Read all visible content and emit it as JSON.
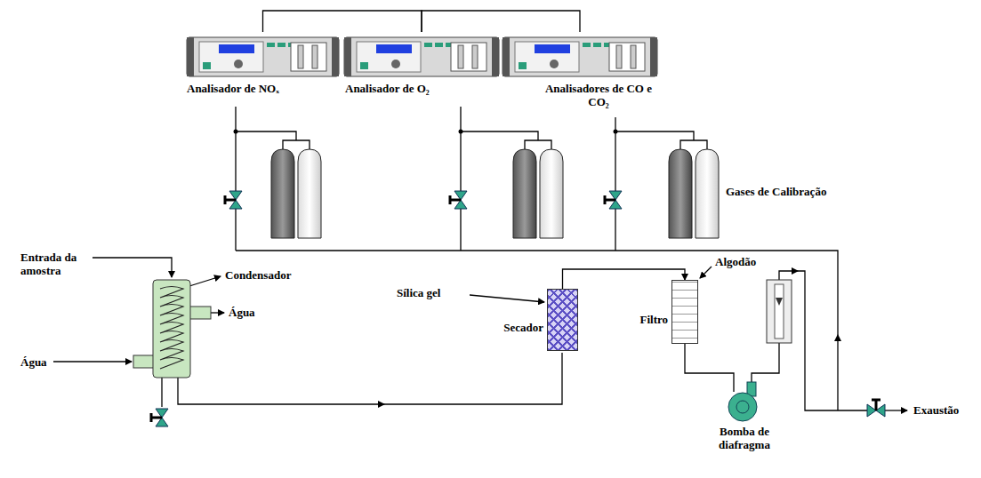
{
  "diagram": {
    "nodes": [
      {
        "text": [
          "Analisador de NOₓ"
        ]
      },
      {
        "text": [
          "Analisador de O₂"
        ]
      },
      {
        "text": [
          "Analisadores de CO e CO₂"
        ]
      },
      {
        "text": [
          "Secador"
        ]
      },
      {
        "text": [
          "Filtro"
        ]
      }
    ],
    "edges": [
      {
        "from": 0,
        "to": 1,
        "arrow": "none"
      },
      {
        "from": 1,
        "to": 2,
        "arrow": "none"
      },
      {
        "from": 3,
        "to": 4,
        "arrow": "to"
      }
    ],
    "labels": [
      "Entrada da amostra",
      "Condensador",
      "Água",
      "Água",
      "Gases de Calibração",
      "Sílica gel",
      "Algodão",
      "Bomba de diafragma",
      "Exaustão"
    ]
  }
}
